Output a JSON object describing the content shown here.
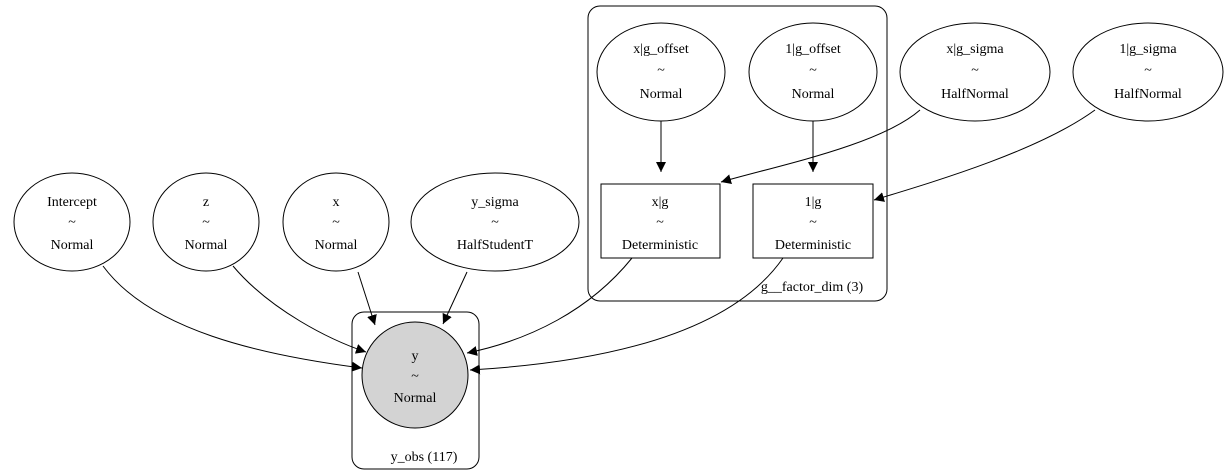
{
  "plates": [
    {
      "id": "plate-g-factor",
      "label": "g__factor_dim (3)"
    },
    {
      "id": "plate-y-obs",
      "label": "y_obs (117)"
    }
  ],
  "nodes": [
    {
      "id": "x_g_offset",
      "shape": "ellipse",
      "name": "x|g_offset",
      "sep": "~",
      "dist": "Normal"
    },
    {
      "id": "one_g_offset",
      "shape": "ellipse",
      "name": "1|g_offset",
      "sep": "~",
      "dist": "Normal"
    },
    {
      "id": "x_g_sigma",
      "shape": "ellipse",
      "name": "x|g_sigma",
      "sep": "~",
      "dist": "HalfNormal"
    },
    {
      "id": "one_g_sigma",
      "shape": "ellipse",
      "name": "1|g_sigma",
      "sep": "~",
      "dist": "HalfNormal"
    },
    {
      "id": "x_g",
      "shape": "box",
      "name": "x|g",
      "sep": "~",
      "dist": "Deterministic"
    },
    {
      "id": "one_g",
      "shape": "box",
      "name": "1|g",
      "sep": "~",
      "dist": "Deterministic"
    },
    {
      "id": "intercept",
      "shape": "ellipse",
      "name": "Intercept",
      "sep": "~",
      "dist": "Normal"
    },
    {
      "id": "z",
      "shape": "ellipse",
      "name": "z",
      "sep": "~",
      "dist": "Normal"
    },
    {
      "id": "x",
      "shape": "ellipse",
      "name": "x",
      "sep": "~",
      "dist": "Normal"
    },
    {
      "id": "y_sigma",
      "shape": "ellipse",
      "name": "y_sigma",
      "sep": "~",
      "dist": "HalfStudentT"
    },
    {
      "id": "y",
      "shape": "circle",
      "name": "y",
      "sep": "~",
      "dist": "Normal",
      "observed": true,
      "fill": "#d3d3d3"
    }
  ],
  "edges": [
    {
      "from": "x_g_offset",
      "to": "x_g"
    },
    {
      "from": "x_g_sigma",
      "to": "x_g"
    },
    {
      "from": "one_g_offset",
      "to": "one_g"
    },
    {
      "from": "one_g_sigma",
      "to": "one_g"
    },
    {
      "from": "intercept",
      "to": "y"
    },
    {
      "from": "z",
      "to": "y"
    },
    {
      "from": "x",
      "to": "y"
    },
    {
      "from": "y_sigma",
      "to": "y"
    },
    {
      "from": "x_g",
      "to": "y"
    },
    {
      "from": "one_g",
      "to": "y"
    }
  ]
}
